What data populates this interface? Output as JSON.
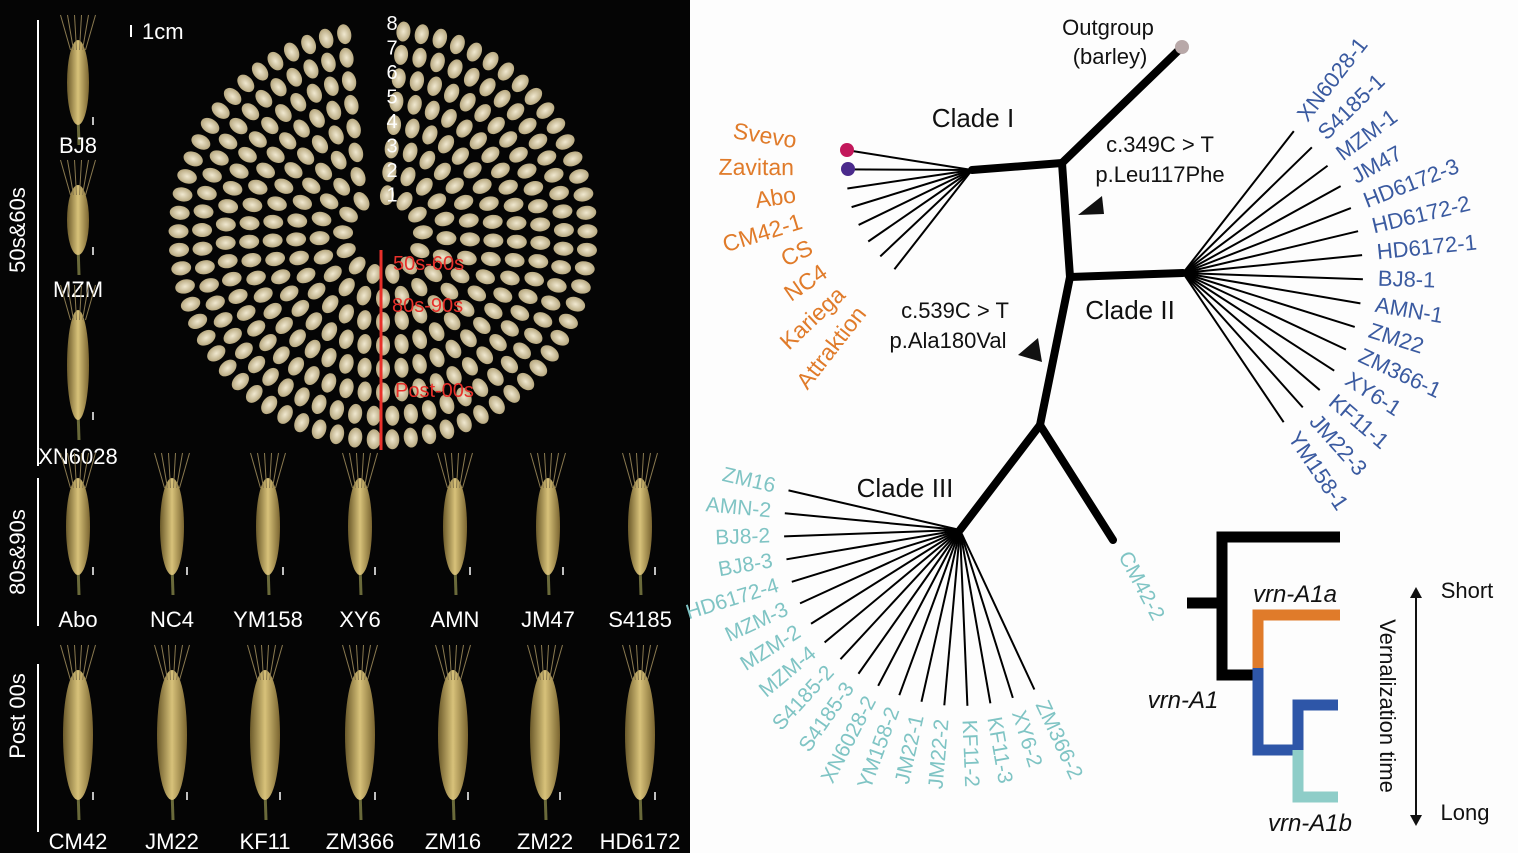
{
  "left_panel": {
    "scale_label": "1cm",
    "era_labels": [
      "50s&60s",
      "80s&90s",
      "Post 00s"
    ],
    "ring_numbers": [
      "8",
      "7",
      "6",
      "5",
      "4",
      "3",
      "2",
      "1"
    ],
    "ring_era_labels": [
      "50s-60s",
      "80s-90s",
      "Post-00s"
    ],
    "spikes_top_column": [
      "BJ8",
      "MZM",
      "XN6028"
    ],
    "spikes_row_80s90s": [
      "Abo",
      "NC4",
      "YM158",
      "XY6",
      "AMN",
      "JM47",
      "S4185"
    ],
    "spikes_row_post00s": [
      "CM42",
      "JM22",
      "KF11",
      "ZM366",
      "ZM16",
      "ZM22",
      "HD6172"
    ]
  },
  "tree": {
    "outgroup_label": "Outgroup",
    "outgroup_sublabel": "(barley)",
    "mutation_1": [
      "c.349C > T",
      "p.Leu117Phe"
    ],
    "mutation_2": [
      "c.539C > T",
      "p.Ala180Val"
    ],
    "clade_1": {
      "label": "Clade I",
      "color": "#e07b2a",
      "leaves": [
        "Svevo",
        "Zavitan",
        "Abo",
        "CM42-1",
        "CS",
        "NC4",
        "Kariega",
        "Attraktion"
      ]
    },
    "clade_2": {
      "label": "Clade II",
      "color": "#3a5aa0",
      "leaves": [
        "XN6028-1",
        "S4185-1",
        "MZM-1",
        "JM47",
        "HD6172-3",
        "HD6172-2",
        "HD6172-1",
        "BJ8-1",
        "AMN-1",
        "ZM22",
        "ZM366-1",
        "XY6-1",
        "KF11-1",
        "JM22-3",
        "YM158-1"
      ]
    },
    "clade_3": {
      "label": "Clade III",
      "color": "#7fc4c4",
      "leaves": [
        "ZM16",
        "AMN-2",
        "BJ8-2",
        "BJ8-3",
        "HD6172-4",
        "MZM-3",
        "MZM-2",
        "MZM-4",
        "S4185-2",
        "S4185-3",
        "XN6028-2",
        "YM158-2",
        "JM22-1",
        "JM22-2",
        "KF11-2",
        "KF11-3",
        "XY6-2",
        "ZM366-2"
      ],
      "outlier_leaf": "CM42-2"
    },
    "marker_colors": {
      "svevo": "#c2185b",
      "zavitan": "#4a2a8c",
      "outgroup": "#b8a8a8"
    }
  },
  "legend": {
    "allele_a1a": "vrn-A1a",
    "allele_a1": "vrn-A1",
    "allele_a1b": "vrn-A1b",
    "axis_label": "Vernalization time",
    "short_label": "Short",
    "long_label": "Long",
    "colors": {
      "a1a": "#e07b2a",
      "a1": "#2e56a8",
      "a1b": "#8ecdc8"
    }
  }
}
